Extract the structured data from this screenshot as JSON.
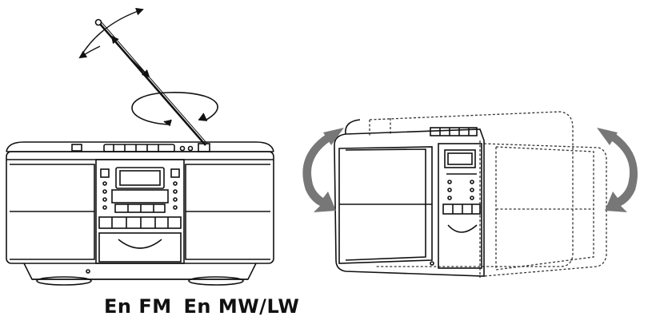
{
  "caption": {
    "band_fm": "En FM",
    "band_mw_lw": "En MW/LW"
  },
  "figures": {
    "left": "antenna-adjustment-illustration",
    "right": "rotate-unit-illustration"
  },
  "colors": {
    "line": "#111111",
    "arrow_fill": "#777777",
    "dotted": "#333333",
    "background": "#ffffff"
  }
}
